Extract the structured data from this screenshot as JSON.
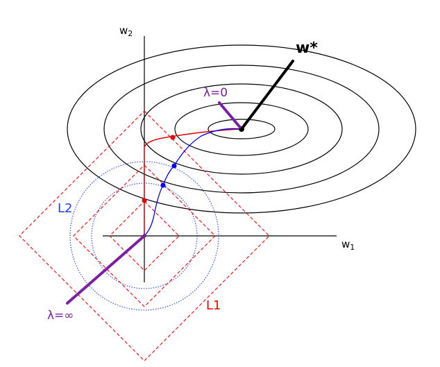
{
  "labels": {
    "w_star": "w*",
    "lambda_zero": "λ=0",
    "lambda_inf": "λ=∞",
    "l2": "L2",
    "l1": "L1",
    "axis_w1_base": "w",
    "axis_w1_sub": "1",
    "axis_w2_base": "w",
    "axis_w2_sub": "2"
  },
  "colors": {
    "axis": "#000000",
    "contours": "#000000",
    "l1_constraint": "#ff0000",
    "l1_path": "#e00000",
    "l2_constraint": "#1f3fff",
    "l2_path": "#0000ff",
    "lambda_marker": "#7b1fa2"
  },
  "notation": "regularization path diagram: L1 (diamond) vs L2 (circle) constraint regions intersecting loss contours around the optimum w*"
}
